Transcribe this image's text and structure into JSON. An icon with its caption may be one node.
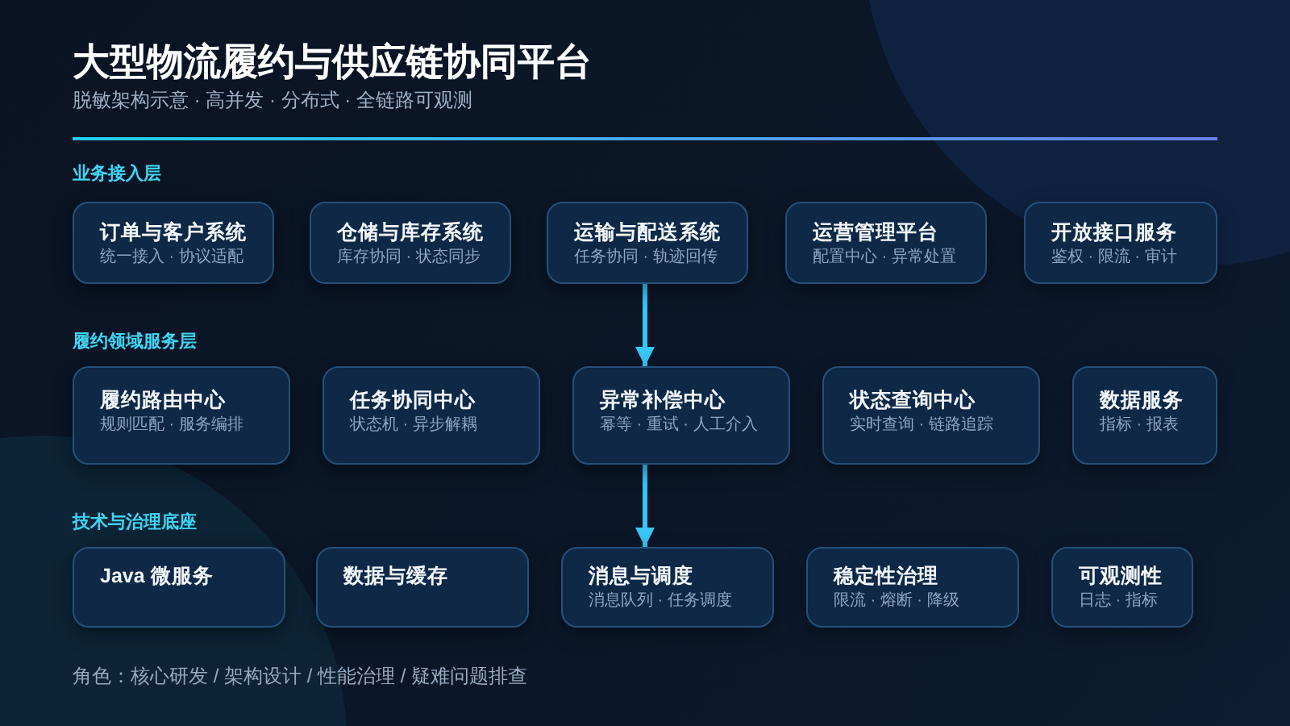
{
  "diagram": {
    "title": "大型物流履约与供应链协同平台",
    "nodes": [
      {
        "text": [
          "订单与客户系统",
          "统一接入 · 协议适配"
        ]
      },
      {
        "text": [
          "仓储与库存系统",
          "库存协同 · 状态同步"
        ]
      },
      {
        "text": [
          "运输与配送系统",
          "任务协同 · 轨迹回传"
        ]
      },
      {
        "text": [
          "运营管理平台",
          "配置中心 · 异常处置"
        ]
      },
      {
        "text": [
          "开放接口服务",
          "鉴权 · 限流 · 审计"
        ]
      },
      {
        "text": [
          "履约路由中心",
          "规则匹配 · 服务编排"
        ]
      },
      {
        "text": [
          "任务协同中心",
          "状态机 · 异步解耦"
        ]
      },
      {
        "text": [
          "异常补偿中心",
          "幂等 · 重试 · 人工介入"
        ]
      },
      {
        "text": [
          "状态查询中心",
          "实时查询 · 链路追踪"
        ]
      },
      {
        "text": [
          "数据服务",
          "指标 · 报表"
        ]
      },
      {
        "text": [
          "Java 微服务"
        ]
      },
      {
        "text": [
          "数据与缓存"
        ]
      },
      {
        "text": [
          "消息与调度",
          "消息队列 · 任务调度"
        ]
      },
      {
        "text": [
          "稳定性治理",
          "限流 · 熔断 · 降级"
        ]
      },
      {
        "text": [
          "可观测性",
          "日志 · 指标"
        ]
      }
    ],
    "edges": [
      {
        "from": 2,
        "to": 7,
        "arrow": "to"
      },
      {
        "from": 7,
        "to": 12,
        "arrow": "to"
      }
    ],
    "labels": [
      "脱敏架构示意 · 高并发 · 分布式 · 全链路可观测",
      "业务接入层",
      "履约领域服务层",
      "技术与治理底座",
      "角色：核心研发 / 架构设计 / 性能治理 / 疑难问题排查"
    ]
  }
}
